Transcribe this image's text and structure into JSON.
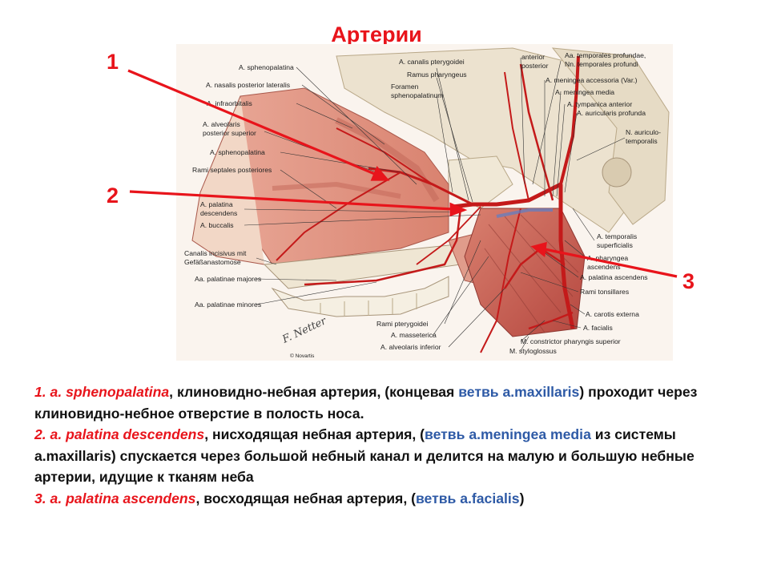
{
  "title": "Артерии",
  "markers": [
    "1",
    "2",
    "3"
  ],
  "figure": {
    "labels_left": [
      "A. sphenopalatina",
      "A. nasalis posterior lateralis",
      "A. infraorbitalis",
      "A. alveolaris",
      "posterior superior",
      "A. sphenopalatina",
      "Rami septales posteriores",
      "A. palatina",
      "descendens",
      "A. buccalis",
      "Canalis incisivus mit",
      "Gefäßanastomose",
      "Aa. palatinae majores",
      "Aa. palatinae minores"
    ],
    "labels_top": [
      "A. canalis pterygoidei",
      "Ramus pharyngeus",
      "Foramen",
      "sphenopalatinum",
      "anterior",
      "posterior",
      "Aa. temporales profundae,",
      "Nn. temporales profundi",
      "A. meningea accessoria (Var.)",
      "A. meningea media",
      "A. tympanica anterior",
      "A. auricularis profunda",
      "N. auriculo-",
      "temporalis"
    ],
    "labels_right": [
      "A. temporalis",
      "superficialis",
      "A. pharyngea",
      "ascendens",
      "A. palatina ascendens",
      "Rami tonsillares",
      "A. carotis externa",
      "A. facialis",
      "M. constrictor pharyngis superior",
      "M. styloglossus"
    ],
    "labels_bottom": [
      "Rami pterygoidei",
      "A. masseterica",
      "A. alveolaris inferior"
    ],
    "signature": "F. Netter",
    "credit": "© Novartis"
  },
  "description": {
    "item1": {
      "term": "1. a. sphenopalatina",
      "t1": ", клиновидно-небная артерия, (концевая ",
      "blue1": "ветвь a.maxillaris",
      "t2": ") проходит через клиновидно-небное отверстие в полость носа."
    },
    "item2": {
      "term": "2. a. palatina descendens",
      "t1": ", нисходящая небная артерия, (",
      "blue1": "ветвь a.meningea media",
      "t2": " из системы a.maxillaris) спускается через большой небный канал и делится на малую и большую небные артерии, идущие к тканям неба"
    },
    "item3": {
      "term": "3. a. palatina ascendens",
      "t1": ", восходящая небная артерия, (",
      "blue1": "ветвь a.facialis",
      "t2": ")"
    }
  },
  "colors": {
    "accent_red": "#e8141b",
    "term_blue": "#2e5aa6"
  }
}
